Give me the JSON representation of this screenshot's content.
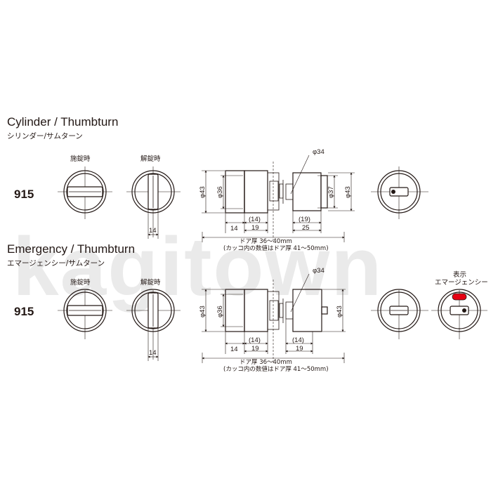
{
  "watermark": "kagitown",
  "colors": {
    "line": "#231815",
    "emergency_indicator": "#e60012",
    "watermark": "#d8d8d8"
  },
  "section_cylinder": {
    "title_en": "Cylinder / Thumbturn",
    "title_jp": "シリンダー/サムターン",
    "model": "915",
    "locked_label": "施錠時",
    "unlocked_label": "解錠時",
    "dim_14": "14",
    "side_view": {
      "phi34": "φ34",
      "phi43_left": "φ43",
      "phi36": "φ36",
      "phi37": "φ37",
      "phi43_right": "φ43",
      "d14": "14",
      "d14p": "(14)",
      "d19": "19",
      "d19p": "(19)",
      "d25": "25",
      "door_note": "ドア厚 36～40mm",
      "door_note2": "(カッコ内の数値はドア厚 41～50mm)"
    }
  },
  "section_emergency": {
    "title_en": "Emergency / Thumbturn",
    "title_jp": "エマージェンシー/サムターン",
    "model": "915",
    "locked_label": "施錠時",
    "unlocked_label": "解錠時",
    "dim_14": "14",
    "display_label_1": "表示",
    "display_label_2": "エマージェンシー",
    "side_view": {
      "phi34": "φ34",
      "phi43_left": "φ43",
      "phi36": "φ36",
      "phi43_right": "φ43",
      "d14": "14",
      "d14p": "(14)",
      "d19": "19",
      "d14p_r": "(14)",
      "d19_r": "19",
      "door_note": "ドア厚 36～40mm",
      "door_note2": "(カッコ内の数値はドア厚 41～50mm)"
    }
  }
}
